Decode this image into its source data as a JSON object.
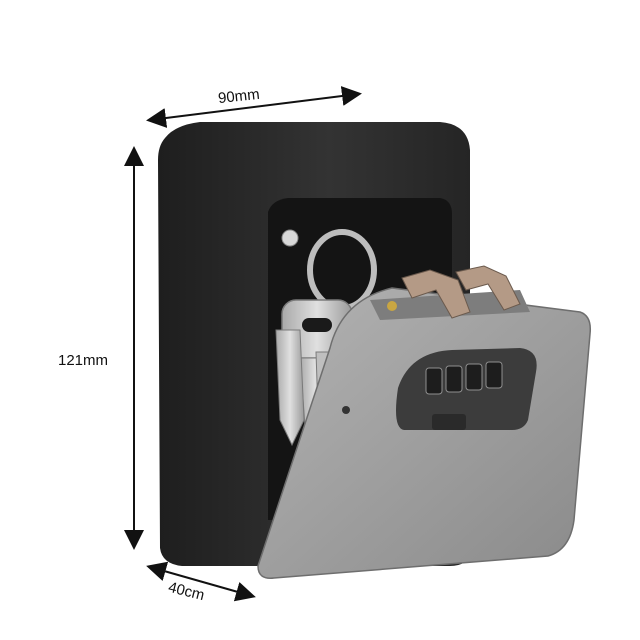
{
  "dimensions": {
    "width": "90mm",
    "height": "121mm",
    "depth": "40cm"
  },
  "colors": {
    "body": "#2b2b2b",
    "cover": "#9c9c9c",
    "keys": "#c4c4c4",
    "arrow": "#111111"
  }
}
